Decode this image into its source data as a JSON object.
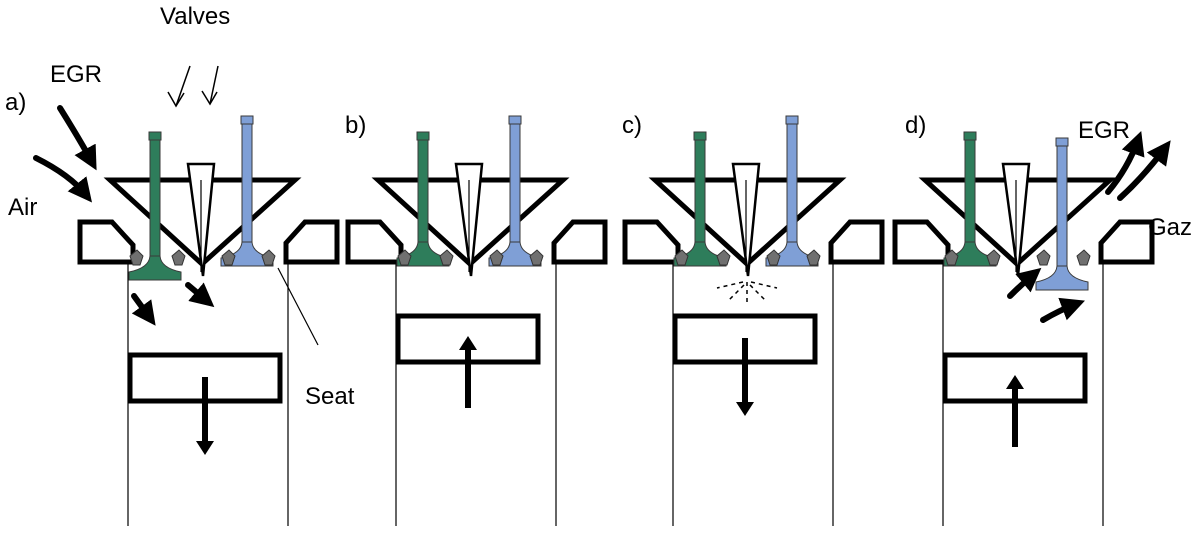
{
  "labels": {
    "valves": "Valves",
    "egr_in": "EGR",
    "air": "Air",
    "seat": "Seat",
    "egr_out": "EGR",
    "gaz": "Gaz"
  },
  "panels": [
    {
      "tag": "a)",
      "piston_motion": "down",
      "intake_valve": "open",
      "exhaust_valve": "closed",
      "spark": false
    },
    {
      "tag": "b)",
      "piston_motion": "up",
      "intake_valve": "closed",
      "exhaust_valve": "closed",
      "spark": false
    },
    {
      "tag": "c)",
      "piston_motion": "down",
      "intake_valve": "closed",
      "exhaust_valve": "closed",
      "spark": true
    },
    {
      "tag": "d)",
      "piston_motion": "up",
      "intake_valve": "closed",
      "exhaust_valve": "open",
      "spark": false
    }
  ],
  "colors": {
    "intake_valve": "#2e7d5b",
    "exhaust_valve": "#7f9fd6",
    "outline": "#000000",
    "seat": "#707070"
  }
}
